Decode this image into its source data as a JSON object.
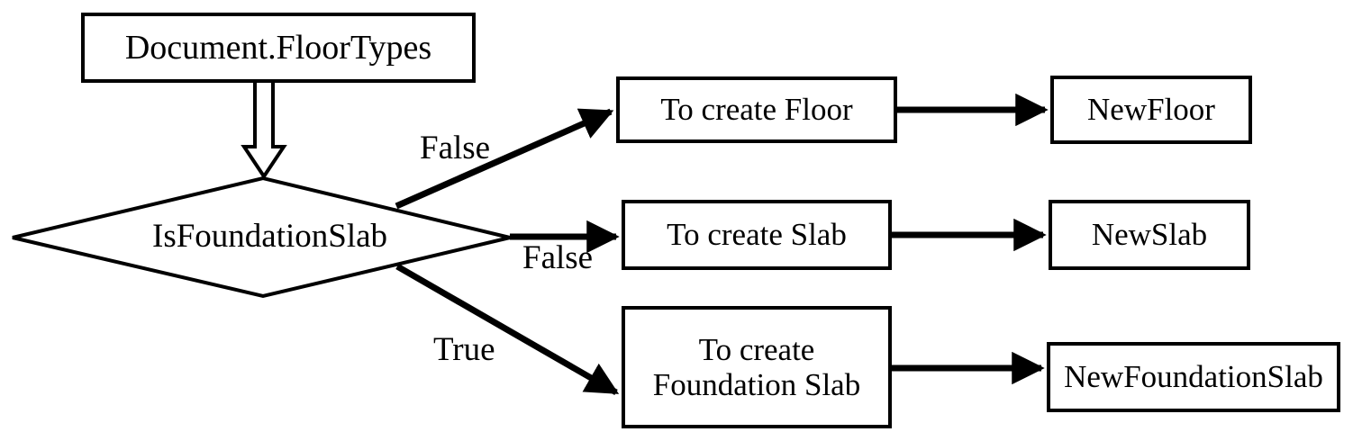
{
  "diagram": {
    "type": "flowchart",
    "title": "",
    "stroke_color": "#000000",
    "fill_color": "#ffffff",
    "nodes": [
      {
        "id": "document_floortypes",
        "shape": "rectangle",
        "label": "Document.FloorTypes"
      },
      {
        "id": "is_foundation_slab",
        "shape": "diamond",
        "label": "IsFoundationSlab"
      },
      {
        "id": "to_create_floor",
        "shape": "rectangle",
        "label": "To create Floor"
      },
      {
        "id": "new_floor",
        "shape": "rectangle",
        "label": "NewFloor"
      },
      {
        "id": "to_create_slab",
        "shape": "rectangle",
        "label": "To create Slab"
      },
      {
        "id": "new_slab",
        "shape": "rectangle",
        "label": "NewSlab"
      },
      {
        "id": "to_create_foundation_slab",
        "shape": "rectangle",
        "label": "To create\nFoundation Slab"
      },
      {
        "id": "new_foundation_slab",
        "shape": "rectangle",
        "label": "NewFoundationSlab"
      }
    ],
    "edges": [
      {
        "id": "e1",
        "from": "document_floortypes",
        "to": "is_foundation_slab",
        "label": "",
        "style": "hollow-block-arrow"
      },
      {
        "id": "e2",
        "from": "is_foundation_slab",
        "to": "to_create_floor",
        "label": "False",
        "style": "solid-arrow"
      },
      {
        "id": "e3",
        "from": "is_foundation_slab",
        "to": "to_create_slab",
        "label": "False",
        "style": "solid-arrow"
      },
      {
        "id": "e4",
        "from": "is_foundation_slab",
        "to": "to_create_foundation_slab",
        "label": "True",
        "style": "solid-arrow"
      },
      {
        "id": "e5",
        "from": "to_create_floor",
        "to": "new_floor",
        "label": "",
        "style": "solid-arrow"
      },
      {
        "id": "e6",
        "from": "to_create_slab",
        "to": "new_slab",
        "label": "",
        "style": "solid-arrow"
      },
      {
        "id": "e7",
        "from": "to_create_foundation_slab",
        "to": "new_foundation_slab",
        "label": "",
        "style": "solid-arrow"
      }
    ],
    "labels": {
      "document_floortypes": "Document.FloorTypes",
      "is_foundation_slab": "IsFoundationSlab",
      "to_create_floor": "To create Floor",
      "new_floor": "NewFloor",
      "to_create_slab": "To create Slab",
      "new_slab": "NewSlab",
      "to_create_foundation_slab": "To create\nFoundation Slab",
      "new_foundation_slab": "NewFoundationSlab",
      "false_top": "False",
      "false_middle": "False",
      "true_bottom": "True"
    }
  }
}
